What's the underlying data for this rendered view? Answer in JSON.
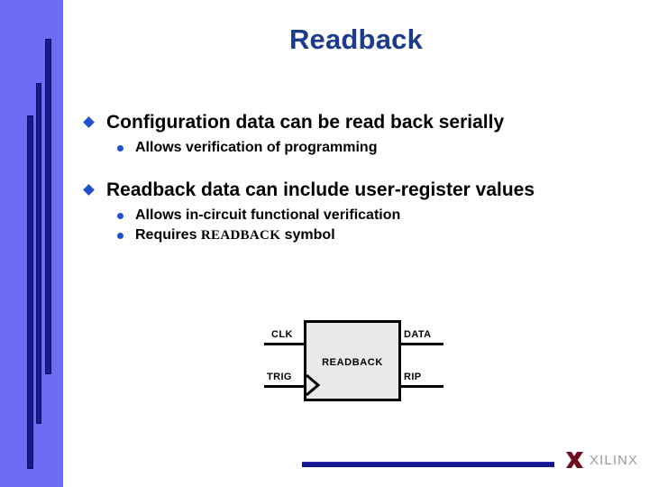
{
  "slide": {
    "title": "Readback",
    "title_color": "#1b3c8c",
    "background_color": "#ffffff"
  },
  "sidebar": {
    "background_color": "#6c6cf5",
    "bar_color": "#1a1a8c",
    "bars": [
      {
        "name": "accent-bar-left"
      },
      {
        "name": "accent-bar-middle"
      },
      {
        "name": "accent-bar-right"
      }
    ]
  },
  "content": {
    "bullet_marker_color": "#2050d0",
    "groups": [
      {
        "text": "Configuration data can be read back serially",
        "subs": [
          {
            "text": "Allows verification of programming"
          }
        ]
      },
      {
        "text": "Readback data can include user-register values",
        "subs": [
          {
            "text": "Allows in-circuit functional verification"
          },
          {
            "prefix": "Requires ",
            "code": "READBACK",
            "suffix": " symbol"
          }
        ]
      }
    ]
  },
  "diagram": {
    "symbol_name": "READBACK",
    "box_fill": "#e9e9e9",
    "box_border": "#000000",
    "inputs": [
      {
        "label": "CLK"
      },
      {
        "label": "TRIG"
      }
    ],
    "outputs": [
      {
        "label": "DATA"
      },
      {
        "label": "RIP"
      }
    ]
  },
  "footer": {
    "line_color": "#15158e",
    "logo_text": "XILINX",
    "logo_mark_color": "#6e0d1e",
    "logo_text_color": "#9a9a9a"
  }
}
